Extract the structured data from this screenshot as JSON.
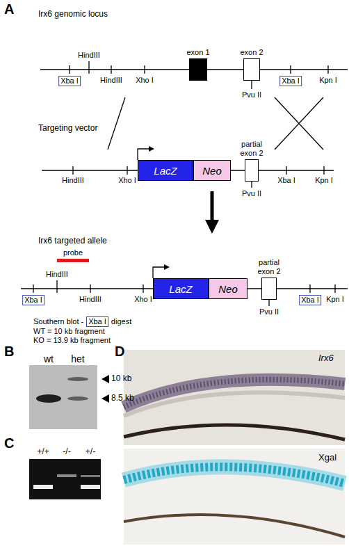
{
  "diagram": {
    "nodes": [
      {
        "text": [
          "Xba I"
        ]
      },
      {
        "text": [
          "exon 1"
        ]
      },
      {
        "text": [
          "exon 2"
        ]
      },
      {
        "text": [
          "Xba I"
        ]
      },
      {
        "text": [
          "LacZ"
        ]
      },
      {
        "text": [
          "Neo"
        ]
      },
      {
        "text": [
          "partial exon 2"
        ]
      },
      {
        "text": [
          "Xba I"
        ]
      },
      {
        "text": [
          "LacZ"
        ]
      },
      {
        "text": [
          "Neo"
        ]
      },
      {
        "text": [
          "partial exon 2"
        ]
      },
      {
        "text": [
          "Xba I"
        ]
      },
      {
        "text": [
          "Xba I"
        ]
      }
    ],
    "labels": [
      "A",
      "Irx6 genomic locus",
      "HindIII",
      "HindIII",
      "Xho I",
      "Pvu II",
      "Kpn I",
      "Targeting vector",
      "HindIII",
      "Xho I",
      "Pvu II",
      "Xba I",
      "Kpn I",
      "Irx6 targeted allele",
      "probe",
      "HindIII",
      "HindIII",
      "Xho I",
      "Pvu II",
      "Kpn I",
      "Southern blot -",
      "digest",
      "WT = 10 kb fragment",
      "KO = 13.9 kb fragment",
      "B",
      "wt",
      "het",
      "10 kb",
      "8.5 kb",
      "C",
      "+/+",
      "-/-",
      "+/-",
      "D",
      "Irx6",
      "Xgal"
    ]
  }
}
